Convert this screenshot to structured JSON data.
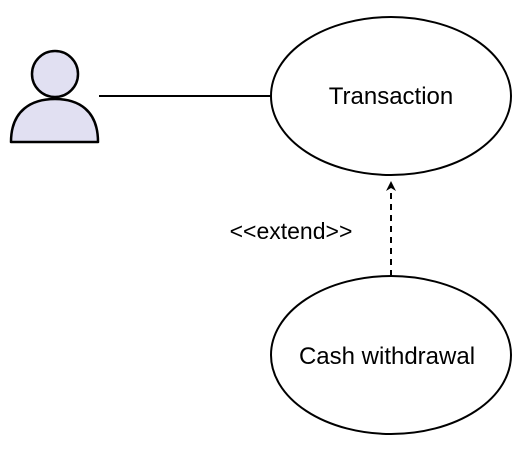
{
  "diagram": {
    "use_cases": {
      "transaction": {
        "label": "Transaction"
      },
      "cash_withdrawal": {
        "label": "Cash withdrawal"
      }
    },
    "relations": {
      "extend": {
        "stereotype": "<<extend>>"
      }
    }
  },
  "colors": {
    "actor_fill": "#e1e0f2",
    "stroke": "#000000",
    "background": "#ffffff"
  }
}
